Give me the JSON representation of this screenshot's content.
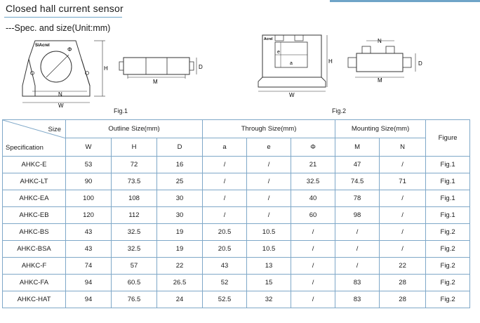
{
  "header": {
    "title": "Closed hall current sensor",
    "subtitle": "---Spec. and size(Unit:mm)"
  },
  "figures": {
    "fig1": {
      "caption": "Fig.1",
      "front_labels": {
        "phi": "Φ",
        "h": "H",
        "n": "N",
        "w": "W",
        "brand": "SiAcrel"
      },
      "side_labels": {
        "m": "M",
        "d": "D"
      }
    },
    "fig2": {
      "caption": "Fig.2",
      "front_labels": {
        "a": "a",
        "e": "e",
        "h": "H",
        "w": "W",
        "brand": "Acrel"
      },
      "side_labels": {
        "n": "N",
        "m": "M",
        "d": "D"
      }
    }
  },
  "table": {
    "corner_size": "Size",
    "corner_spec": "Specification",
    "groups": [
      "Outline Size(mm)",
      "Through Size(mm)",
      "Mounting Size(mm)"
    ],
    "figure_header": "Figure",
    "subheaders": [
      "W",
      "H",
      "D",
      "a",
      "e",
      "Φ",
      "M",
      "N"
    ],
    "rows": [
      {
        "spec": "AHKC-E",
        "W": "53",
        "H": "72",
        "D": "16",
        "a": "/",
        "e": "/",
        "phi": "21",
        "M": "47",
        "N": "/",
        "figure": "Fig.1"
      },
      {
        "spec": "AHKC-LT",
        "W": "90",
        "H": "73.5",
        "D": "25",
        "a": "/",
        "e": "/",
        "phi": "32.5",
        "M": "74.5",
        "N": "71",
        "figure": "Fig.1"
      },
      {
        "spec": "AHKC-EA",
        "W": "100",
        "H": "108",
        "D": "30",
        "a": "/",
        "e": "/",
        "phi": "40",
        "M": "78",
        "N": "/",
        "figure": "Fig.1"
      },
      {
        "spec": "AHKC-EB",
        "W": "120",
        "H": "112",
        "D": "30",
        "a": "/",
        "e": "/",
        "phi": "60",
        "M": "98",
        "N": "/",
        "figure": "Fig.1"
      },
      {
        "spec": "AHKC-BS",
        "W": "43",
        "H": "32.5",
        "D": "19",
        "a": "20.5",
        "e": "10.5",
        "phi": "/",
        "M": "/",
        "N": "/",
        "figure": "Fig.2"
      },
      {
        "spec": "AHKC-BSA",
        "W": "43",
        "H": "32.5",
        "D": "19",
        "a": "20.5",
        "e": "10.5",
        "phi": "/",
        "M": "/",
        "N": "/",
        "figure": "Fig.2"
      },
      {
        "spec": "AHKC-F",
        "W": "74",
        "H": "57",
        "D": "22",
        "a": "43",
        "e": "13",
        "phi": "/",
        "M": "/",
        "N": "22",
        "figure": "Fig.2"
      },
      {
        "spec": "AHKC-FA",
        "W": "94",
        "H": "60.5",
        "D": "26.5",
        "a": "52",
        "e": "15",
        "phi": "/",
        "M": "83",
        "N": "28",
        "figure": "Fig.2"
      },
      {
        "spec": "AHKC-HAT",
        "W": "94",
        "H": "76.5",
        "D": "24",
        "a": "52.5",
        "e": "32",
        "phi": "/",
        "M": "83",
        "N": "28",
        "figure": "Fig.2"
      }
    ]
  }
}
